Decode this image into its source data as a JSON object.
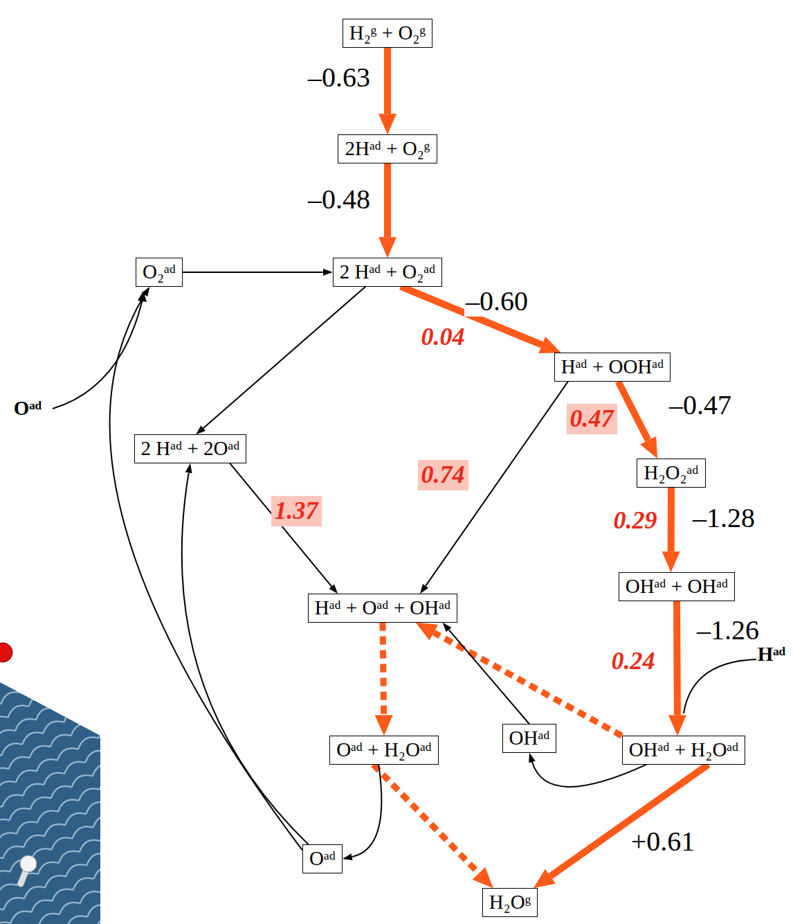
{
  "diagram": {
    "nodes": [
      {
        "text": [
          "H₂ᵍ + O₂ᵍ"
        ]
      },
      {
        "text": [
          "2Hᵃᵈ + O₂ᵍ"
        ]
      },
      {
        "text": [
          "2 Hᵃᵈ + O₂ᵃᵈ"
        ]
      },
      {
        "text": [
          "O₂ᵃᵈ"
        ]
      },
      {
        "text": [
          "Hᵃᵈ + OOHᵃᵈ"
        ]
      },
      {
        "text": [
          "2 Hᵃᵈ + 2Oᵃᵈ"
        ]
      },
      {
        "text": [
          "H₂O₂ᵃᵈ"
        ]
      },
      {
        "text": [
          "OHᵃᵈ + OHᵃᵈ"
        ]
      },
      {
        "text": [
          "Hᵃᵈ + Oᵃᵈ + OHᵃᵈ"
        ]
      },
      {
        "text": [
          "Oᵃᵈ + H₂Oᵃᵈ"
        ]
      },
      {
        "text": [
          "OHᵃᵈ"
        ]
      },
      {
        "text": [
          "OHᵃᵈ + H₂Oᵃᵈ"
        ]
      },
      {
        "text": [
          "Oᵃᵈ"
        ]
      },
      {
        "text": [
          "H₂Oᵍ"
        ]
      }
    ],
    "edges": [
      {
        "from": 0,
        "to": 1,
        "arrow": "to",
        "label": "–0.63"
      },
      {
        "from": 1,
        "to": 2,
        "arrow": "to",
        "label": "–0.48"
      },
      {
        "from": 3,
        "to": 2,
        "arrow": "to"
      },
      {
        "from": 2,
        "to": 4,
        "arrow": "to",
        "label": "–0.60"
      },
      {
        "from": 4,
        "to": 6,
        "arrow": "to",
        "label": "–0.47"
      },
      {
        "from": 6,
        "to": 7,
        "arrow": "to",
        "label": "–1.28"
      },
      {
        "from": 7,
        "to": 11,
        "arrow": "to",
        "label": "–1.26"
      },
      {
        "from": 11,
        "to": 13,
        "arrow": "to",
        "label": "+0.61"
      },
      {
        "from": 2,
        "to": 5,
        "arrow": "to"
      },
      {
        "from": 5,
        "to": 8,
        "arrow": "to",
        "label": "1.37"
      },
      {
        "from": 4,
        "to": 8,
        "arrow": "to",
        "label": "0.74"
      },
      {
        "from": 8,
        "to": 9,
        "arrow": "to"
      },
      {
        "from": 9,
        "to": 13,
        "arrow": "to"
      },
      {
        "from": 11,
        "to": 8,
        "arrow": "to"
      },
      {
        "from": 10,
        "to": 8,
        "arrow": "to"
      },
      {
        "from": 11,
        "to": 10,
        "arrow": "to"
      },
      {
        "from": 9,
        "to": 12,
        "arrow": "to"
      },
      {
        "from": 12,
        "to": 3,
        "arrow": "to"
      },
      {
        "from": 12,
        "to": 5,
        "arrow": "to"
      }
    ],
    "labels": [
      "0.04",
      "0.47",
      "0.29",
      "0.24",
      "Oᵃᵈ",
      "Hᵃᵈ"
    ]
  }
}
